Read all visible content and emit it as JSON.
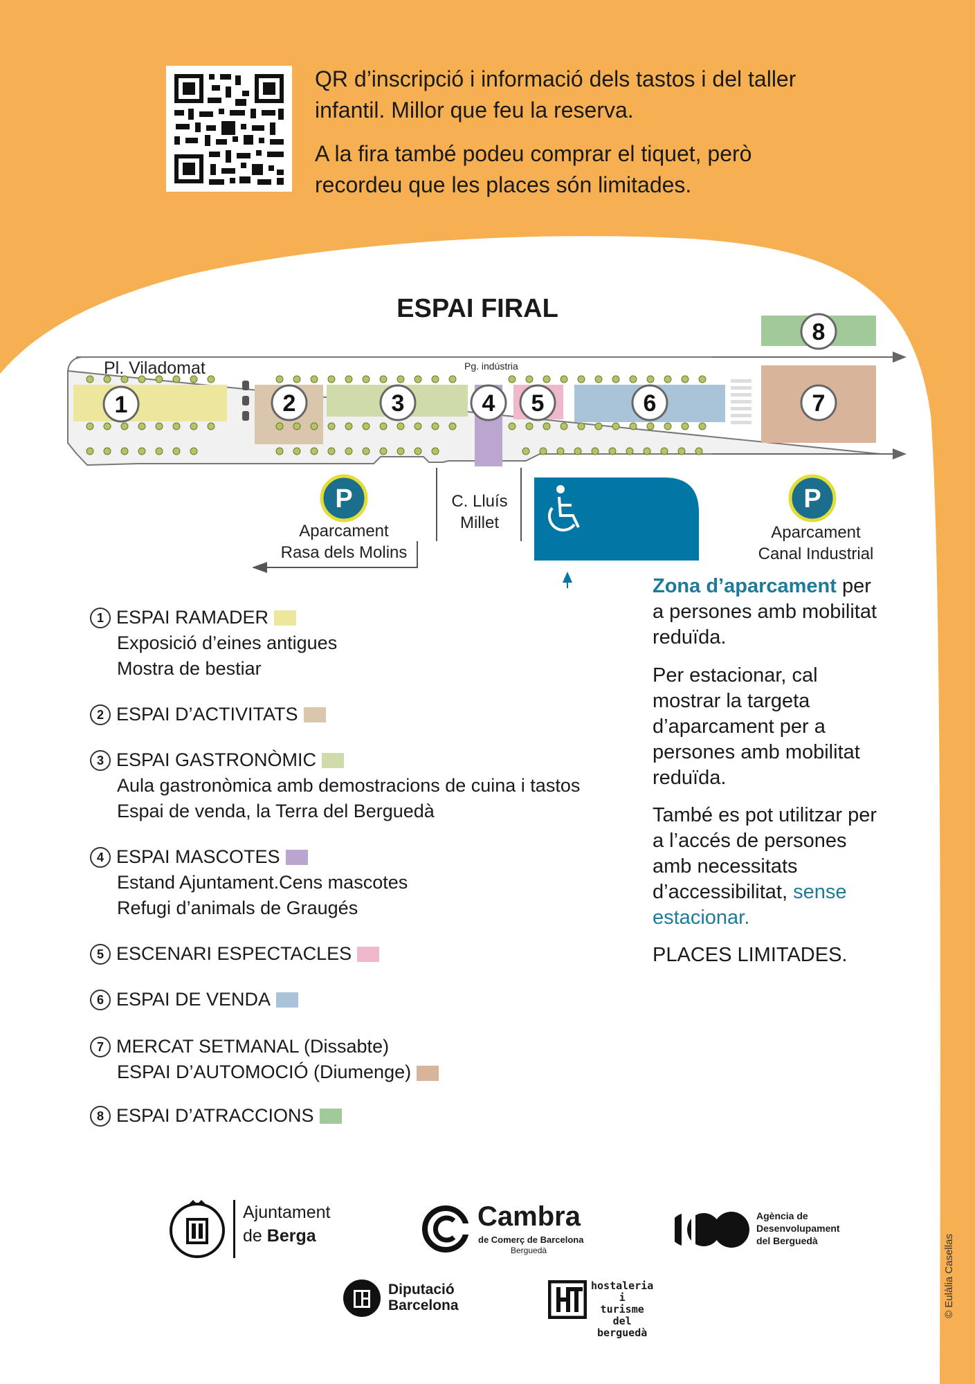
{
  "intro": {
    "line1": "QR d’inscripció i informació dels tastos i del taller",
    "line2": "infantil. Millor que feu la reserva.",
    "line3": "A la fira també podeu comprar el tiquet, però",
    "line4": "recordeu que les places són limitades."
  },
  "map": {
    "title": "ESPAI FIRAL",
    "place_viladomat": "Pl. Viladomat",
    "place_industria": "Pg. indústria",
    "street_millet_1": "C. Lluís",
    "street_millet_2": "Millet",
    "parking_symbol": "P",
    "parking_left_1": "Aparcament",
    "parking_left_2": "Rasa dels Molins",
    "parking_right_1": "Aparcament",
    "parking_right_2": "Canal Industrial",
    "markers": [
      "1",
      "2",
      "3",
      "4",
      "5",
      "6",
      "7",
      "8"
    ],
    "accessible_icon": "wheelchair-icon"
  },
  "colors": {
    "orange": "#f6b052",
    "zone1": "#ece79d",
    "zone2": "#dac5ad",
    "zone3": "#cfdba8",
    "zone4": "#bba6cf",
    "zone5": "#f0b8cd",
    "zone6": "#a9c3d8",
    "zone7": "#d8b49a",
    "zone8": "#a2c99a",
    "accessible_blue": "#0277a6",
    "parking_blue": "#1b6f8c",
    "parking_ring": "#e3dd3a",
    "text_blue": "#1f7a9a"
  },
  "legend": [
    {
      "num": "1",
      "title": "ESPAI RAMADER",
      "lines": [
        "Exposició d’eines antigues",
        "Mostra de bestiar"
      ]
    },
    {
      "num": "2",
      "title": "ESPAI D’ACTIVITATS",
      "lines": []
    },
    {
      "num": "3",
      "title": "ESPAI GASTRONÒMIC",
      "lines": [
        "Aula gastronòmica amb demostracions de cuina i tastos",
        "Espai de venda, la Terra del Berguedà"
      ]
    },
    {
      "num": "4",
      "title": "ESPAI MASCOTES",
      "lines": [
        "Estand Ajuntament.Cens mascotes",
        "Refugi d’animals de Graugés"
      ]
    },
    {
      "num": "5",
      "title": "ESCENARI ESPECTACLES",
      "lines": []
    },
    {
      "num": "6",
      "title": "ESPAI DE VENDA",
      "lines": []
    },
    {
      "num": "7",
      "title": "MERCAT SETMANAL (Dissabte)",
      "lines": [
        "ESPAI D’AUTOMOCIÓ (Diumenge)"
      ]
    },
    {
      "num": "8",
      "title": "ESPAI D’ATRACCIONS",
      "lines": []
    }
  ],
  "accessibility": {
    "zone_highlight": "Zona d’aparcament",
    "zone_rest_1": " per",
    "zone_line2": "a persones amb mobilitat",
    "zone_line3": "reduïda.",
    "p2_1": "Per estacionar, cal",
    "p2_2": "mostrar la targeta",
    "p2_3": "d’aparcament  per a",
    "p2_4": "persones amb mobilitat",
    "p2_5": "reduïda.",
    "p3_1": "També es pot utilitzar per",
    "p3_2": "a l’accés de persones",
    "p3_3": "amb necessitats",
    "p3_4a": "d’accessibilitat, ",
    "p3_4b": "sense",
    "p3_5": "estacionar.",
    "p4": "PLACES LIMITADES."
  },
  "logos": {
    "berga_1": "Ajuntament",
    "berga_2a": "de ",
    "berga_2b": "Berga",
    "cambra_1": "Cambra",
    "cambra_2": "de Comerç de Barcelona",
    "cambra_3": "Berguedà",
    "agencia_1": "Agència de",
    "agencia_2": "Desenvolupament",
    "agencia_3": "del Berguedà",
    "diputacio_1": "Diputació",
    "diputacio_2": "Barcelona",
    "hostaleria_1": "hostaleria i",
    "hostaleria_2": "turisme",
    "hostaleria_3": "del berguedà"
  },
  "credit": "© Eulàlia Casellas"
}
